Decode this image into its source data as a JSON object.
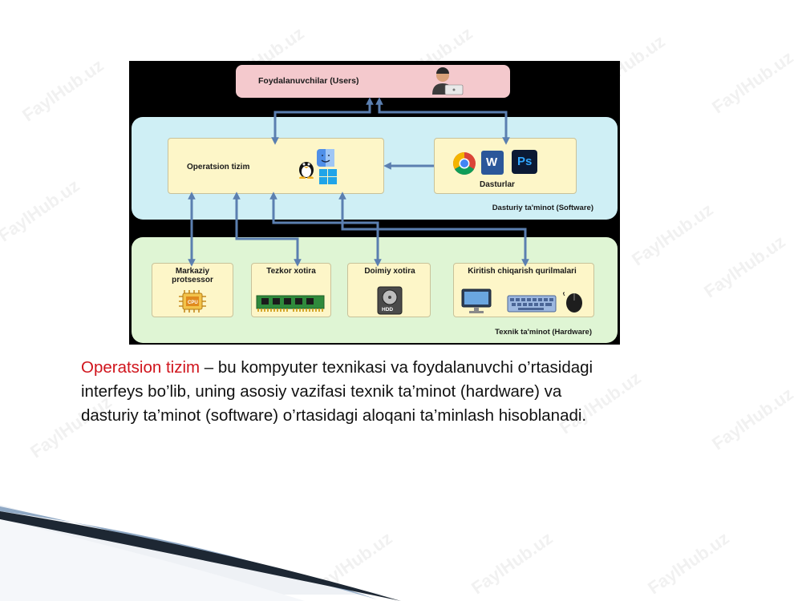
{
  "watermark_text": "FaylHub.uz",
  "diagram": {
    "users_label": "Foydalanuvchilar (Users)",
    "os_label": "Operatsion tizim",
    "programs_label": "Dasturlar",
    "software_label": "Dasturiy ta'minot (Software)",
    "hardware_label": "Texnik ta'minot (Hardware)",
    "cpu_label": "Markaziy protsessor",
    "cpu_chip_text": "CPU",
    "ram_label": "Tezkor xotira",
    "storage_label": "Doimiy xotira",
    "hdd_text": "HDD",
    "io_label": "Kiritish chiqarish qurilmalari",
    "ps_logo_text": "Ps",
    "word_logo_text": "W",
    "icons": [
      "user-laptop-icon",
      "linux-tux-icon",
      "macos-finder-icon",
      "windows-icon",
      "chrome-icon",
      "word-icon",
      "photoshop-icon",
      "cpu-icon",
      "ram-icon",
      "hdd-icon",
      "monitor-icon",
      "keyboard-icon",
      "mouse-icon"
    ]
  },
  "caption": {
    "highlight": "Operatsion tizim",
    "rest": " – bu kompyuter texnikasi va foydalanuvchi o’rtasidagi interfeys bo’lib, uning asosiy vazifasi texnik ta’minot (hardware) va dasturiy ta’minot (software) o’rtasidagi aloqani ta’minlash hisoblanadi."
  },
  "colors": {
    "highlight_red": "#d0141c",
    "arrow_blue": "#5b7fb0",
    "users_pink": "#f4c9cd",
    "box_yellow": "#fdf6c8",
    "band_cyan": "#cfeff5",
    "band_green": "#dff5d4"
  }
}
